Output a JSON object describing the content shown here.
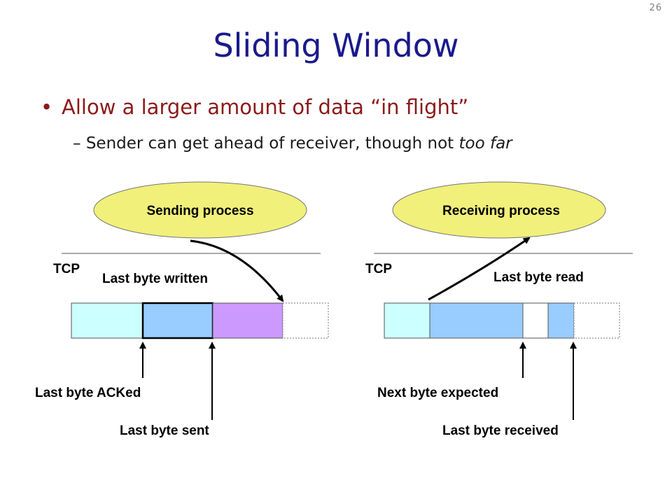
{
  "slide": {
    "number": "26",
    "title": "Sliding Window",
    "bullet": {
      "marker": "•",
      "text": "Allow a larger amount of data “in flight”"
    },
    "subbullet": {
      "marker": "–",
      "text": "Sender can get ahead of receiver, though not ",
      "emphasis": "too far"
    }
  },
  "sender": {
    "process_label": "Sending process",
    "tcp_label": "TCP",
    "last_byte_written": "Last byte written",
    "last_byte_acked": "Last byte ACKed",
    "last_byte_sent": "Last byte sent"
  },
  "receiver": {
    "process_label": "Receiving process",
    "tcp_label": "TCP",
    "last_byte_read": "Last byte read",
    "next_byte_expected": "Next byte expected",
    "last_byte_received": "Last byte received"
  },
  "colors": {
    "title": "#1a1a8c",
    "bullet": "#8b1a1a",
    "ellipse": "#f0f07a",
    "acked_segment": "#ccffff",
    "sent_segment": "#99ccff",
    "written_segment": "#cc99ff",
    "empty_segment": "#ffffff"
  }
}
